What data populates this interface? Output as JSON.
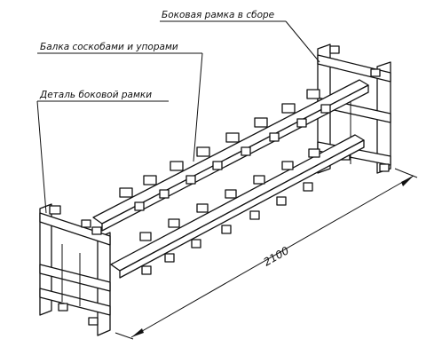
{
  "labels": {
    "side_frame_assembled": "Боковая рамка в сборе",
    "beam_with_brackets": "Балка соскобами и упорами",
    "side_frame_part": "Деталь боковой рамки"
  },
  "dimension": {
    "length": "2100"
  }
}
